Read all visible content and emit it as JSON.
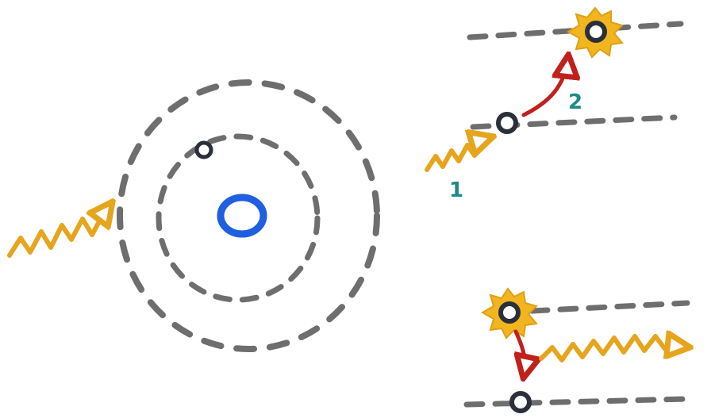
{
  "colors": {
    "orbit": "#6e6e6e",
    "nucleus": "#1f5fe0",
    "electron": "#2b2f3a",
    "photon": "#e6a51c",
    "transition": "#c0211d",
    "step_label": "#1d8a8a",
    "glow": "#f1b51f"
  },
  "icons": {
    "photon": "wavy-arrow",
    "electron": "ring-dot",
    "excited_electron": "starburst-ring",
    "transition": "curved-arrow"
  },
  "absorption_panel": {
    "step_1_label": "1",
    "step_2_label": "2"
  }
}
